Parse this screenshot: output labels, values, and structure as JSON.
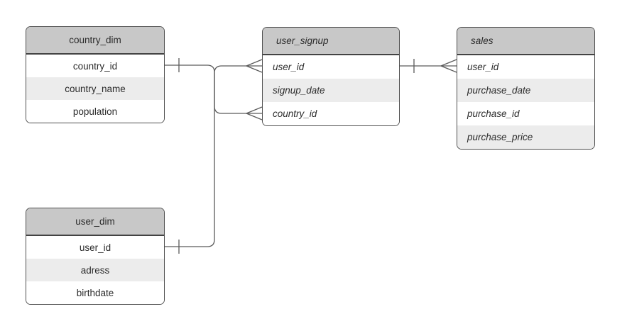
{
  "diagram": {
    "type": "entity-relationship",
    "colors": {
      "canvas_bg": "#ffffff",
      "header_fill": "#c8c8c8",
      "row_fill": "#ffffff",
      "alt_row_fill": "#ececec",
      "border": "#4f4f4f",
      "connector_line": "#5b5b5b",
      "text": "#2b2b2b"
    },
    "tables": [
      {
        "title": "country_dim",
        "text_style": "normal-centered",
        "fields": [
          "country_id",
          "country_name",
          "population"
        ]
      },
      {
        "title": "user_signup",
        "text_style": "italic-left",
        "fields": [
          "user_id",
          "signup_date",
          "country_id"
        ]
      },
      {
        "title": "sales",
        "text_style": "italic-left",
        "fields": [
          "user_id",
          "purchase_date",
          "purchase_id",
          "purchase_price"
        ]
      },
      {
        "title": "user_dim",
        "text_style": "normal-centered",
        "fields": [
          "user_id",
          "adress",
          "birthdate"
        ]
      }
    ],
    "relationships": [
      {
        "from": "country_dim.country_id",
        "from_cardinality": "one",
        "to": "user_signup.country_id",
        "to_cardinality": "many",
        "notation": "tick to crow-foot"
      },
      {
        "from": "user_dim.user_id",
        "from_cardinality": "one",
        "to": "user_signup.user_id",
        "to_cardinality": "many",
        "notation": "tick to crow-foot"
      },
      {
        "from": "user_signup.user_id",
        "from_cardinality": "one",
        "to": "sales.user_id",
        "to_cardinality": "many",
        "notation": "tick to crow-foot"
      }
    ]
  }
}
